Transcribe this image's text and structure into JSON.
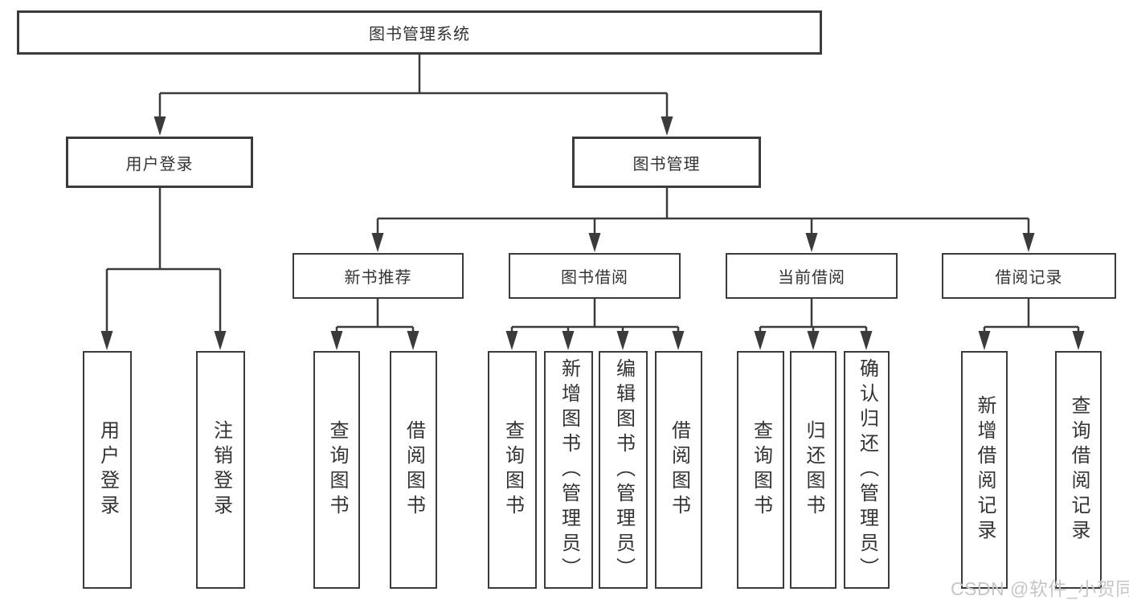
{
  "diagram": {
    "root": {
      "label": "图书管理系统"
    },
    "branches": [
      {
        "label": "用户登录",
        "children": [
          {
            "label": "用户登录"
          },
          {
            "label": "注销登录"
          }
        ]
      },
      {
        "label": "图书管理",
        "children": [
          {
            "label": "新书推荐",
            "children": [
              {
                "label": "查询图书"
              },
              {
                "label": "借阅图书"
              }
            ]
          },
          {
            "label": "图书借阅",
            "children": [
              {
                "label": "查询图书"
              },
              {
                "label": "新增图书（管理员）"
              },
              {
                "label": "编辑图书（管理员）"
              },
              {
                "label": "借阅图书"
              }
            ]
          },
          {
            "label": "当前借阅",
            "children": [
              {
                "label": "查询图书"
              },
              {
                "label": "归还图书"
              },
              {
                "label": "确认归还（管理员）"
              }
            ]
          },
          {
            "label": "借阅记录",
            "children": [
              {
                "label": "新增借阅记录"
              },
              {
                "label": "查询借阅记录"
              }
            ]
          }
        ]
      }
    ],
    "watermark": "CSDN @软件_小贺同学",
    "colors": {
      "line": "#3b3b3b",
      "text": "#333333",
      "watermark": "#c6c6c6",
      "background": "#ffffff"
    }
  }
}
